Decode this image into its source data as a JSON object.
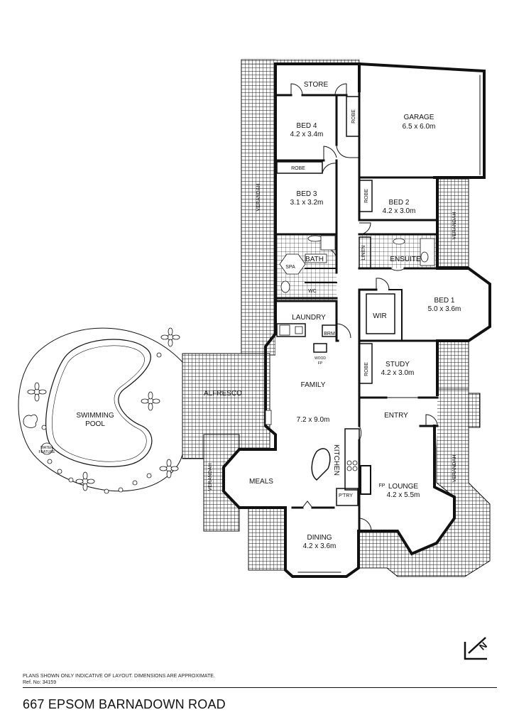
{
  "rooms": {
    "store": "STORE",
    "garage": {
      "name": "GARAGE",
      "size": "6.5 x 6.0m"
    },
    "bed4": {
      "name": "BED 4",
      "size": "4.2 x 3.4m"
    },
    "robe_bed4": "ROBE",
    "robe_bed3": "ROBE",
    "bed3": {
      "name": "BED 3",
      "size": "3.1 x 3.2m"
    },
    "robe_bed2": "ROBE",
    "bed2": {
      "name": "BED 2",
      "size": "4.2 x 3.0m"
    },
    "verandah_west": "VERANDAH",
    "verandah_east": "VERANDAH",
    "verandah_southeast": "VERANDAH",
    "verandah_meals": "VERANDAH",
    "spa": "SPA",
    "bath": "BATH",
    "linen": "LINEN",
    "ensuite": "ENSUITE",
    "wc": "WC",
    "bed1": {
      "name": "BED 1",
      "size": "5.0 x 3.6m"
    },
    "wir": "WIR",
    "laundry": "LAUNDRY",
    "brm": "BRM",
    "wood_fp": [
      "WOOD",
      "FP"
    ],
    "robe_study": "ROBE",
    "study": {
      "name": "STUDY",
      "size": "4.2 x 3.0m"
    },
    "alfresco": "ALFRESCO",
    "family": "FAMILY",
    "family_size": "7.2 x 9.0m",
    "swimming_pool": [
      "SWIMMING",
      "POOL"
    ],
    "water_feature": [
      "WATER",
      "FEATURE"
    ],
    "entry": "ENTRY",
    "kitchen": "KITCHEN",
    "meals": "MEALS",
    "fp": "FP",
    "lounge": {
      "name": "LOUNGE",
      "size": "4.2 x 5.5m"
    },
    "ptry": "P'TRY",
    "dining": {
      "name": "DINING",
      "size": "4.2 x 3.6m"
    }
  },
  "compass": {
    "letter": "N"
  },
  "footer": {
    "disclaimer": "PLANS SHOWN ONLY INDICATIVE OF LAYOUT.  DIMENSIONS ARE APPROXIMATE.",
    "ref": "Ref. No: 34159",
    "address": "667 EPSOM BARNADOWN ROAD"
  },
  "colors": {
    "wall": "#111111",
    "tile": "#111111",
    "background": "#ffffff"
  }
}
